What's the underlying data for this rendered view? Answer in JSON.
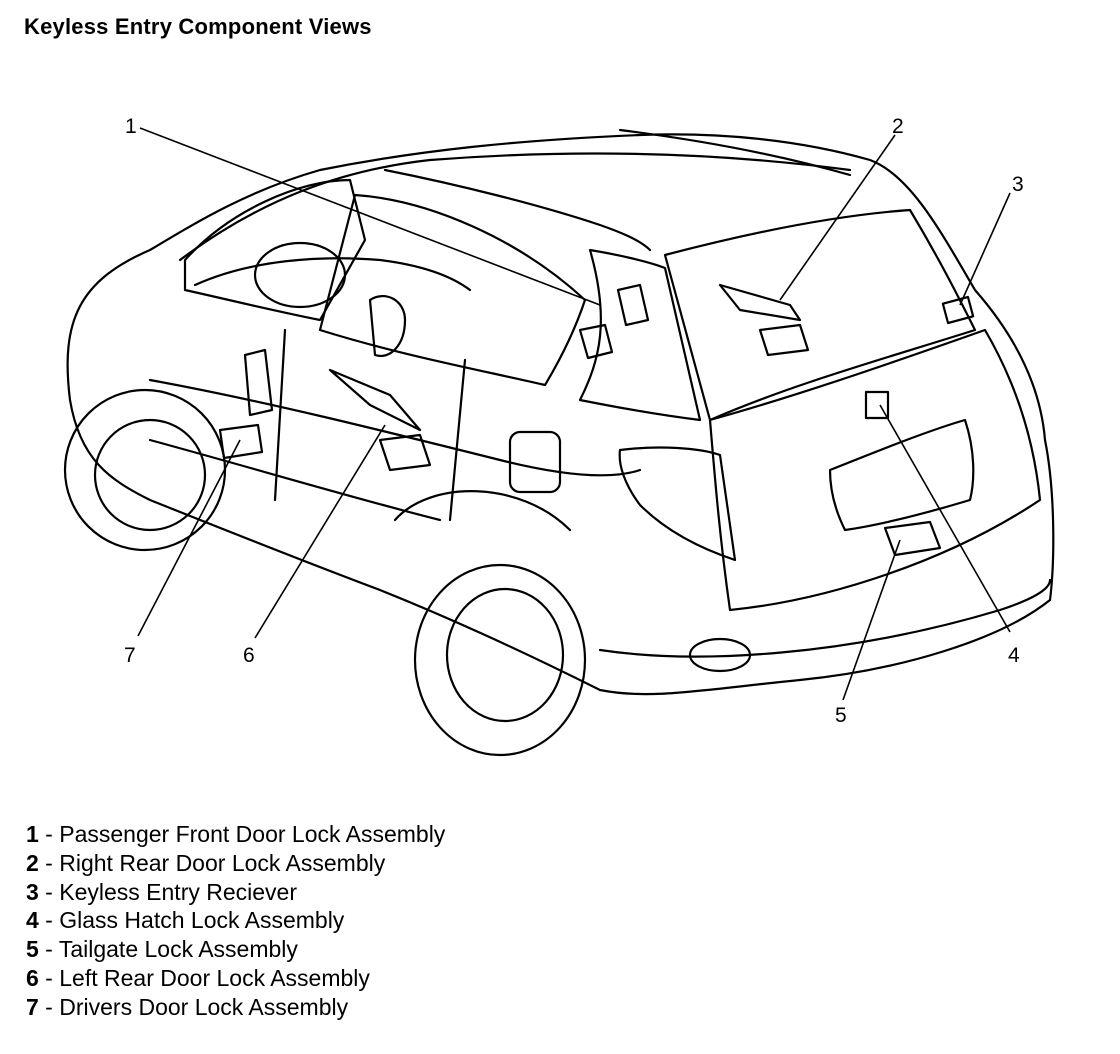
{
  "title": "Keyless Entry Component Views",
  "callouts": [
    {
      "number": "1"
    },
    {
      "number": "2"
    },
    {
      "number": "3"
    },
    {
      "number": "4"
    },
    {
      "number": "5"
    },
    {
      "number": "6"
    },
    {
      "number": "7"
    }
  ],
  "legend": [
    {
      "number": "1",
      "separator": " - ",
      "label": "Passenger Front Door Lock Assembly"
    },
    {
      "number": "2",
      "separator": " - ",
      "label": "Right Rear Door Lock Assembly"
    },
    {
      "number": "3",
      "separator": " - ",
      "label": "Keyless Entry Reciever"
    },
    {
      "number": "4",
      "separator": " - ",
      "label": "Glass Hatch Lock Assembly"
    },
    {
      "number": "5",
      "separator": " - ",
      "label": "Tailgate Lock Assembly"
    },
    {
      "number": "6",
      "separator": " - ",
      "label": "Left Rear Door Lock Assembly"
    },
    {
      "number": "7",
      "separator": " - ",
      "label": "Drivers Door Lock Assembly"
    }
  ],
  "colors": {
    "line": "#000000",
    "background": "#ffffff"
  }
}
